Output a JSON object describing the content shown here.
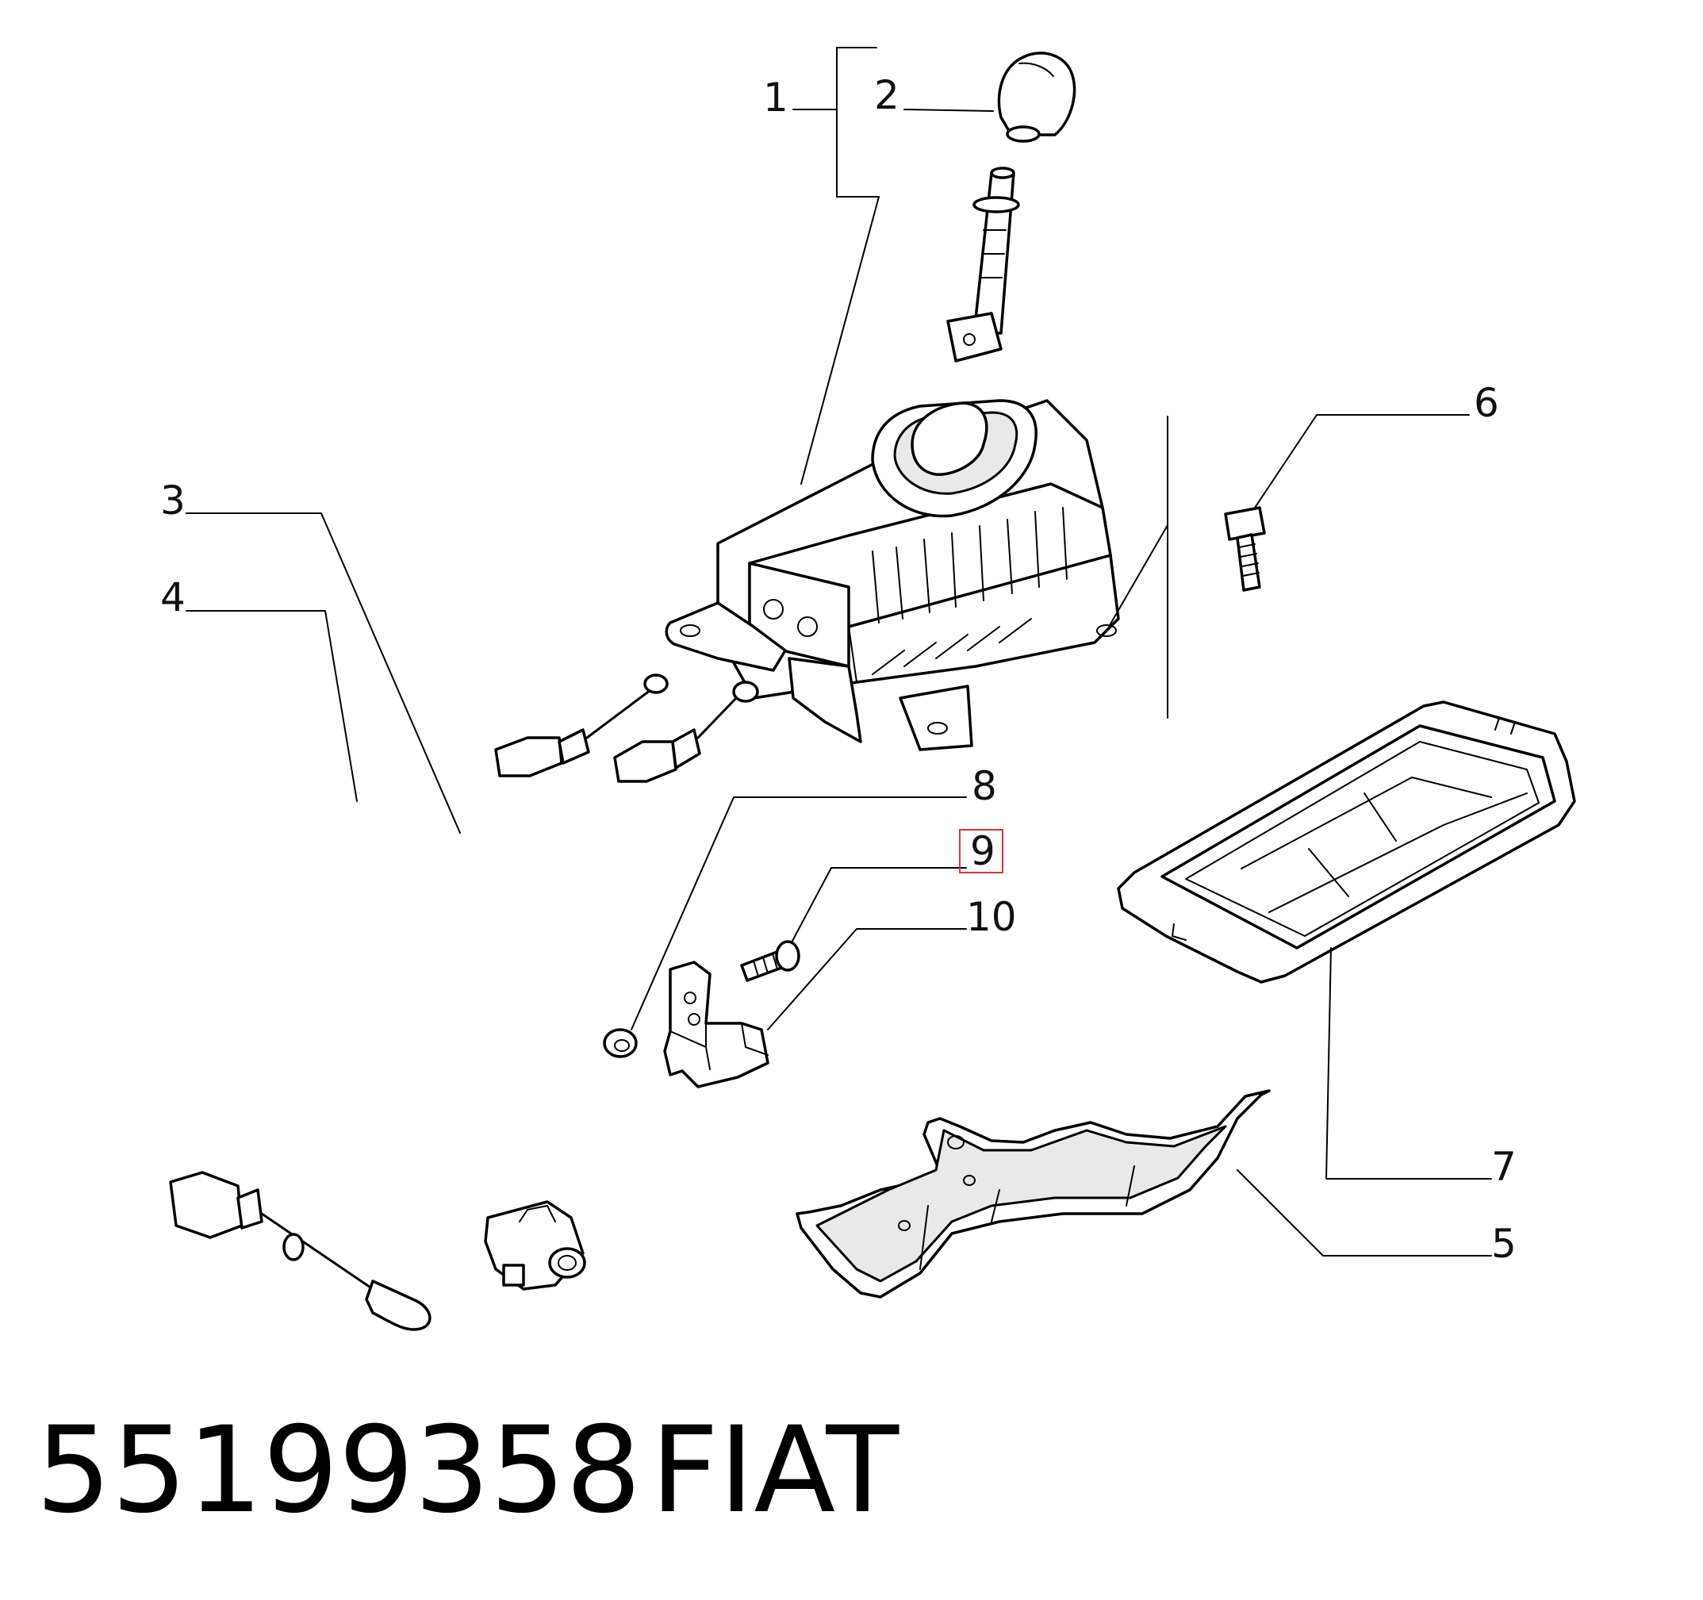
{
  "diagram": {
    "callouts": [
      {
        "id": "1",
        "text": "1"
      },
      {
        "id": "2",
        "text": "2"
      },
      {
        "id": "3",
        "text": "3"
      },
      {
        "id": "4",
        "text": "4"
      },
      {
        "id": "5",
        "text": "5"
      },
      {
        "id": "6",
        "text": "6"
      },
      {
        "id": "7",
        "text": "7"
      },
      {
        "id": "8",
        "text": "8"
      },
      {
        "id": "9",
        "text": "9",
        "highlighted": true
      },
      {
        "id": "10",
        "text": "10"
      }
    ],
    "highlight_color": "#e0303a"
  },
  "footer": {
    "part_number": "55199358",
    "brand": "FIAT"
  }
}
